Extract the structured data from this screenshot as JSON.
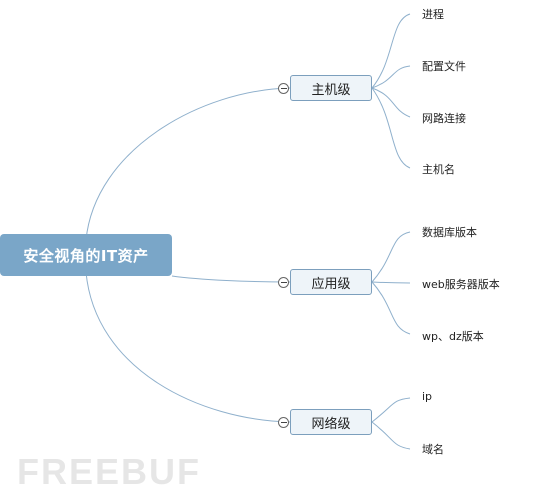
{
  "root": {
    "label": "安全视角的IT资产"
  },
  "branches": [
    {
      "label": "主机级",
      "children": [
        "进程",
        "配置文件",
        "网路连接",
        "主机名"
      ]
    },
    {
      "label": "应用级",
      "children": [
        "数据库版本",
        "web服务器版本",
        "wp、dz版本"
      ]
    },
    {
      "label": "网络级",
      "children": [
        "ip",
        "域名"
      ]
    }
  ],
  "watermark": {
    "text": "FREEBUF"
  },
  "colors": {
    "root_fill": "#7aa6c8",
    "line": "#8fb0cc",
    "branch_fill": "#eef4f9"
  }
}
